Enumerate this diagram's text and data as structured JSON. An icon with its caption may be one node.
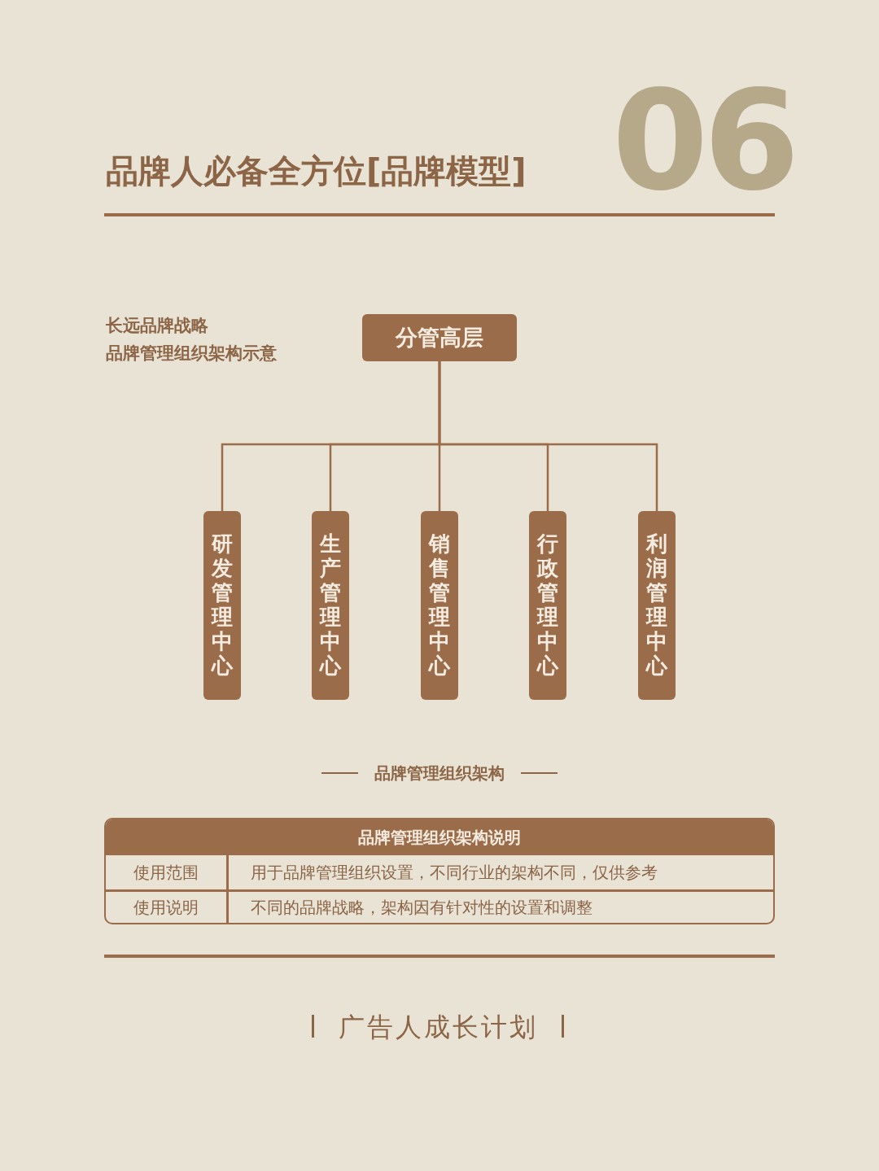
{
  "diagram": {
    "title": "品牌人必备全方位[品牌模型]",
    "nodes": [
      {
        "text": [
          "分管高层"
        ]
      },
      {
        "text": [
          "研发管理中心"
        ]
      },
      {
        "text": [
          "生产管理中心"
        ]
      },
      {
        "text": [
          "销售管理中心"
        ]
      },
      {
        "text": [
          "行政管理中心"
        ]
      },
      {
        "text": [
          "利润管理中心"
        ]
      }
    ],
    "edges": [
      {
        "from": 0,
        "to": 1,
        "arrow": "none"
      },
      {
        "from": 0,
        "to": 2,
        "arrow": "none"
      },
      {
        "from": 0,
        "to": 3,
        "arrow": "none"
      },
      {
        "from": 0,
        "to": 4,
        "arrow": "none"
      },
      {
        "from": 0,
        "to": 5,
        "arrow": "none"
      }
    ],
    "caption": "品牌管理组织架构",
    "labels": [
      "06",
      "长远品牌战略",
      "品牌管理组织架构示意",
      "品牌管理组织架构说明",
      "使用范围",
      "用于品牌管理组织设置，不同行业的架构不同，仅供参考",
      "使用说明",
      "不同的品牌战略，架构因有针对性的设置和调整",
      "广告人成长计划"
    ]
  }
}
